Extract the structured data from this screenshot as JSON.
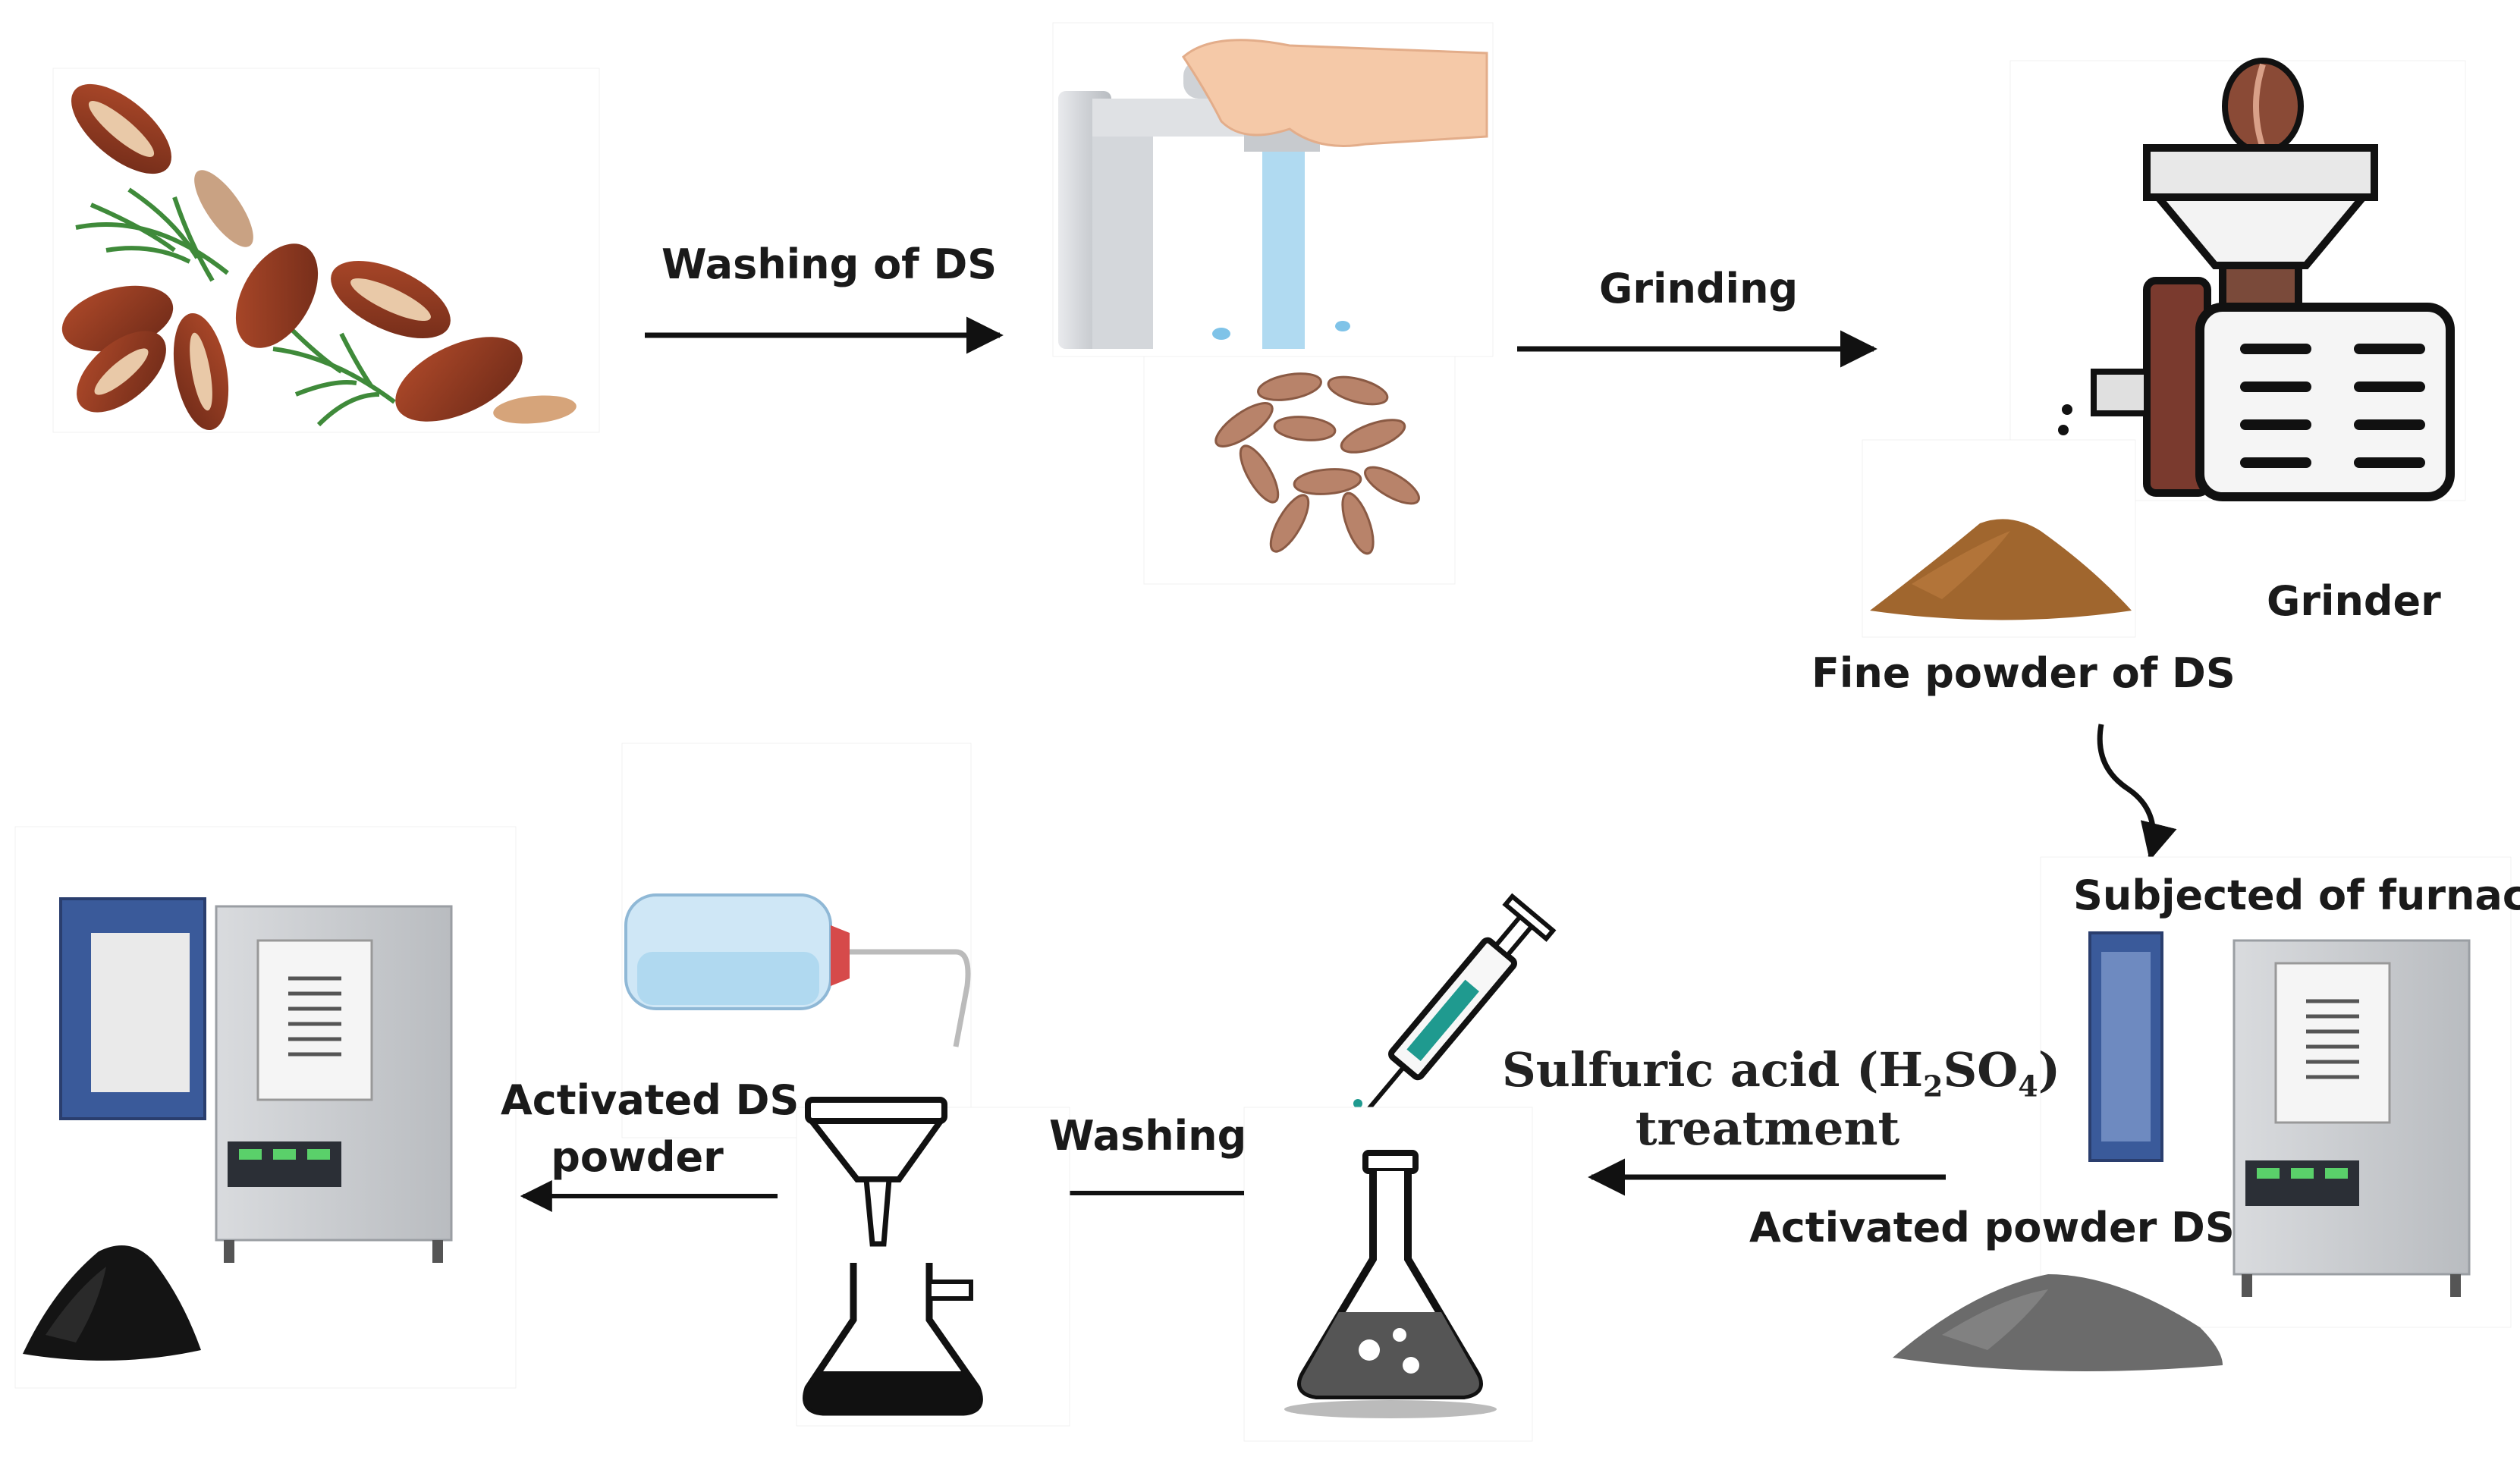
{
  "labels": {
    "washing_ds": "Washing of DS",
    "grinding": "Grinding",
    "grinder": "Grinder",
    "fine_powder": "Fine powder of DS",
    "subjected_furnace": "Subjected of furnace",
    "acid_line1_pre": "Sulfuric acid (H",
    "acid_sub2": "2",
    "acid_so": "SO",
    "acid_sub4": "4",
    "acid_close": ")",
    "acid_line2": "treatment",
    "activated_powder": "Activated powder DS",
    "washing": "Washing",
    "activated_line1": "Activated DS",
    "activated_line2": "powder"
  },
  "colors": {
    "seed_brown": "#8a3a22",
    "leaf_green": "#3f8a3a",
    "powder_brown": "#a0662e",
    "furnace_blue": "#3a5a9a",
    "furnace_gray": "#c9cbce",
    "powder_black": "#141414",
    "powder_gray": "#6b6b6b",
    "water_blue": "#a7d6ef",
    "syringe_teal": "#1f9a8f"
  }
}
